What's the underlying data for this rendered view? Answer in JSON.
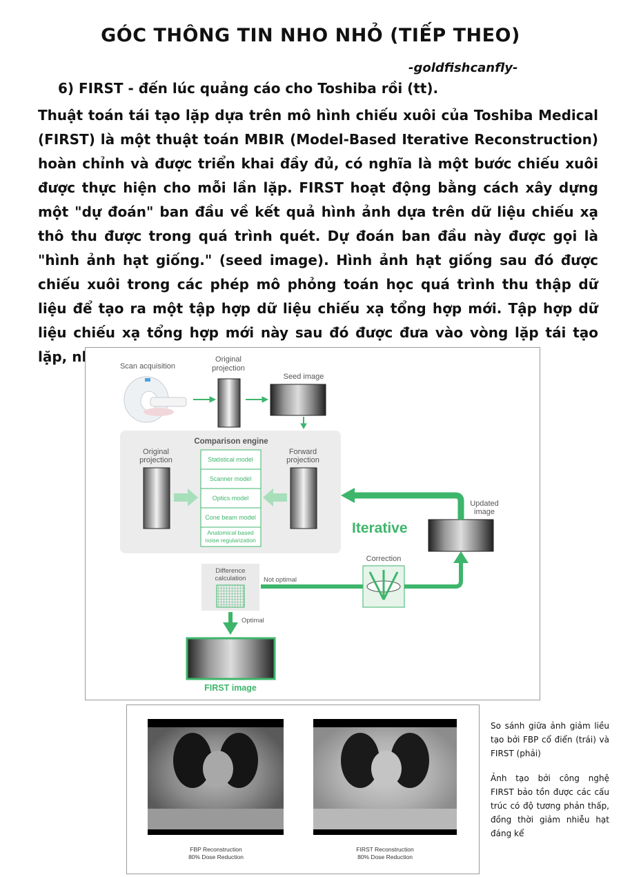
{
  "page": {
    "title": "GÓC THÔNG TIN NHO NHỎ (TIẾP THEO)",
    "author": "-goldfishcanfly-",
    "heading": "6) FIRST - đến lúc quảng cáo cho Toshiba rồi (tt).",
    "paragraph": "Thuật toán tái tạo lặp dựa trên mô hình chiếu xuôi của Toshiba Medical (FIRST) là một thuật toán MBIR (Model-Based Iterative Reconstruction) hoàn chỉnh và được triển khai đầy đủ, có nghĩa là một bước chiếu xuôi được thực hiện cho mỗi lần lặp. FIRST hoạt động bằng cách xây dựng một \"dự đoán\" ban đầu về kết quả hình ảnh dựa trên dữ liệu chiếu xạ thô thu được trong quá trình quét. Dự đoán ban đầu này được gọi là \"hình ảnh hạt giống.\" (seed image). Hình ảnh hạt giống sau đó được chiếu xuôi trong các phép mô phỏng toán học quá trình thu thập dữ liệu để tạo ra một tập hợp dữ liệu chiếu xạ tổng hợp mới. Tập hợp dữ liệu chiếu xạ tổng hợp mới này sau đó được đưa vào vòng lặp tái tạo lặp, như thể hiện trong sơ đồ dưới."
  },
  "diagram": {
    "scan_acquisition": "Scan acquisition",
    "original_projection_top_1": "Original",
    "original_projection_top_2": "projection",
    "seed_image": "Seed image",
    "comparison_engine": "Comparison engine",
    "original_projection_left_1": "Original",
    "original_projection_left_2": "projection",
    "forward_projection_1": "Forward",
    "forward_projection_2": "projection",
    "models": [
      "Statistical model",
      "Scanner model",
      "Optics model",
      "Cone beam model"
    ],
    "model_last_1": "Anatomical based",
    "model_last_2": "noise regularization",
    "updated_image_1": "Updated",
    "updated_image_2": "image",
    "iterative": "Iterative",
    "correction": "Correction",
    "difference_1": "Difference",
    "difference_2": "calculation",
    "not_optimal": "Not optimal",
    "optimal": "Optimal",
    "first_image": "FIRST image",
    "accent_color": "#3db56b"
  },
  "comparison": {
    "left_caption_1": "FBP Reconstruction",
    "left_caption_2": "80% Dose Reduction",
    "right_caption_1": "FIRST Reconstruction",
    "right_caption_2": "80% Dose Reduction"
  },
  "sidenote": {
    "p1": "So sánh giữa ảnh giảm liều tạo bởi FBP cổ điển (trái) và FIRST (phải)",
    "p2": "Ảnh tạo bởi công nghệ FIRST bảo tồn được các cấu trúc có độ tương phản thấp, đồng thời giảm nhiễu hạt đáng kể"
  }
}
